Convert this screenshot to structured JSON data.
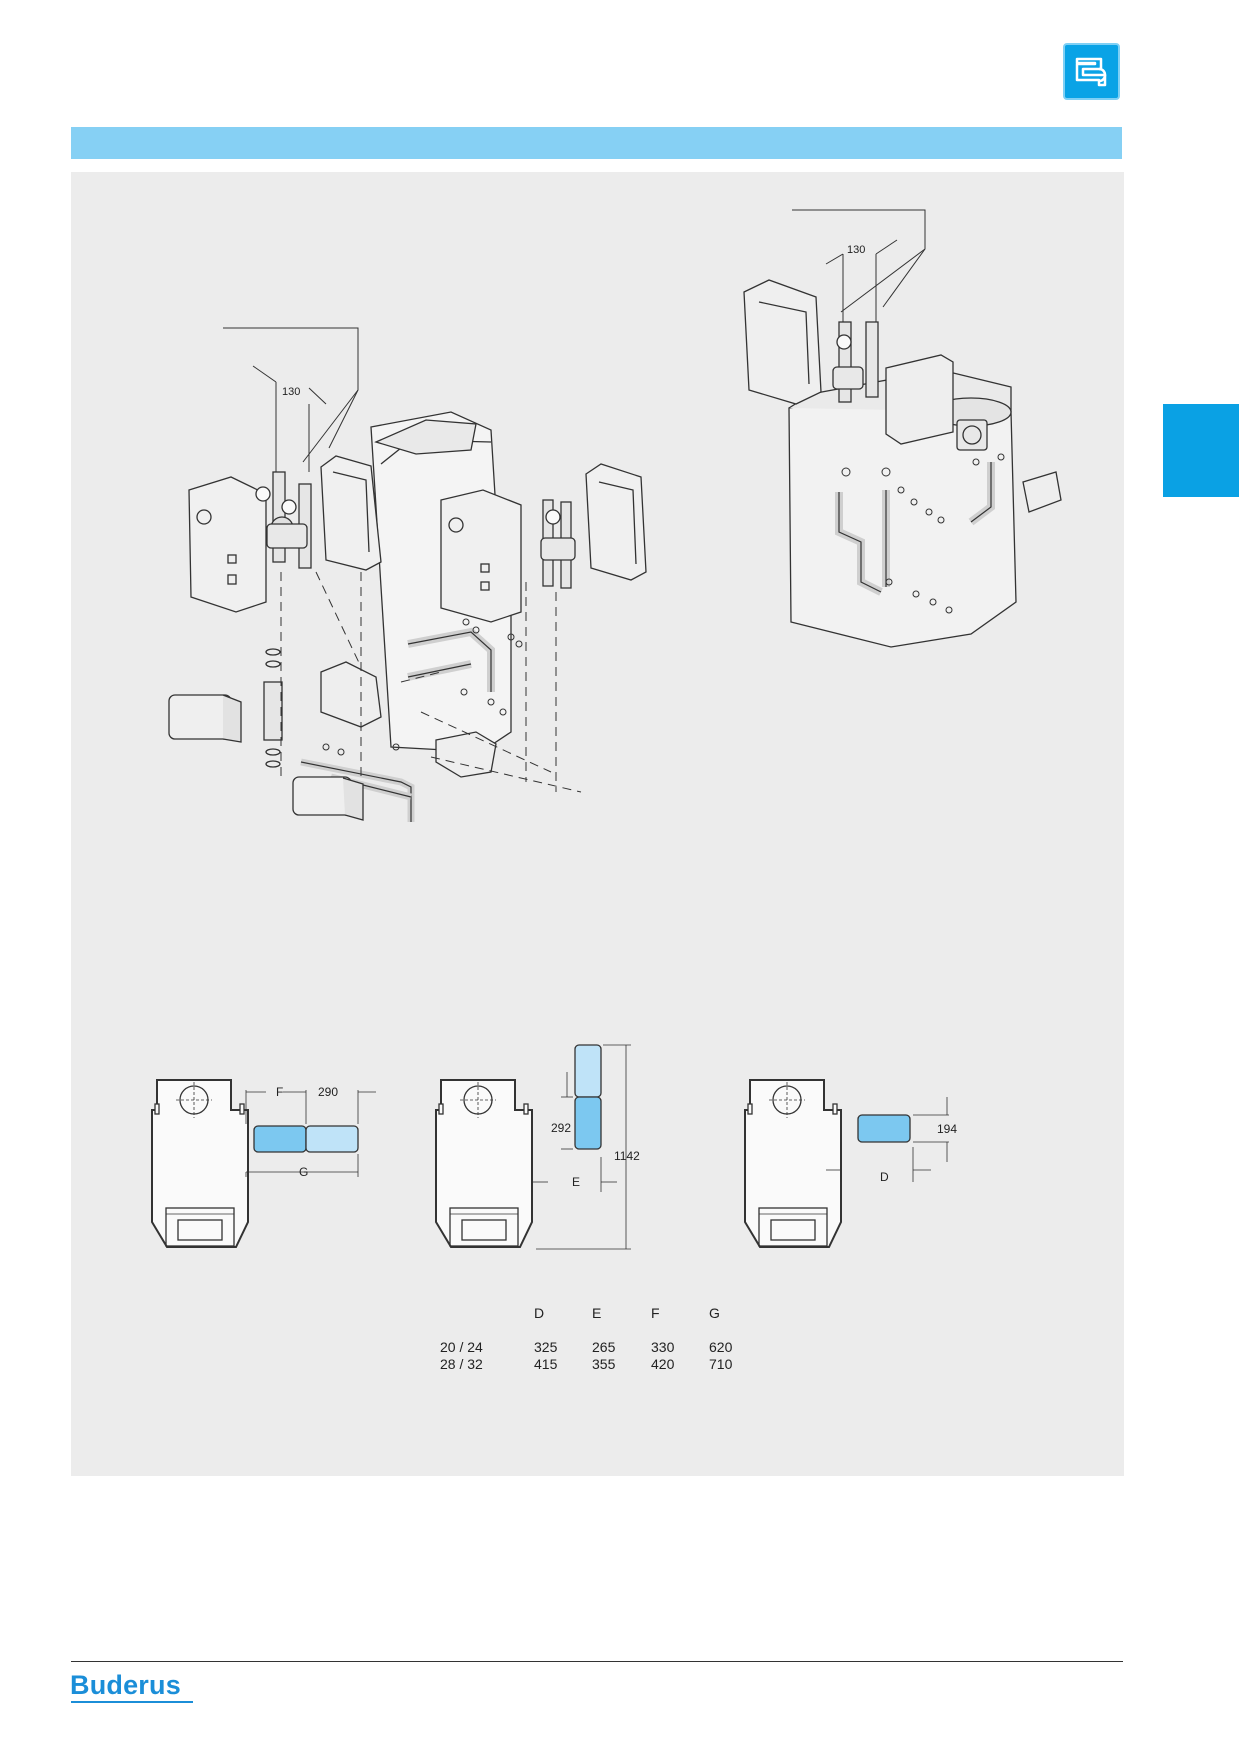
{
  "header": {
    "icon": "pipe-fitting-icon"
  },
  "diagram_left": {
    "dimension": "130"
  },
  "diagram_right": {
    "dimension": "130"
  },
  "plan_views": [
    {
      "labels": [
        "F",
        "290",
        "G"
      ]
    },
    {
      "labels": [
        "292",
        "1142",
        "E"
      ]
    },
    {
      "labels": [
        "194",
        "D"
      ]
    }
  ],
  "dimension_table": {
    "headers": [
      "",
      "D",
      "E",
      "F",
      "G"
    ],
    "rows": [
      [
        "20 / 24",
        "325",
        "265",
        "330",
        "620"
      ],
      [
        "28 / 32",
        "415",
        "355",
        "420",
        "710"
      ]
    ]
  },
  "footer": {
    "brand": "Buderus"
  },
  "colors": {
    "accent": "#0aa3e6",
    "title_bar": "#86d0f4",
    "panel": "#ececec",
    "module_fill": "#7cc8f0",
    "module_fill_light": "#bfe3f8",
    "brand": "#1b8ed8"
  }
}
